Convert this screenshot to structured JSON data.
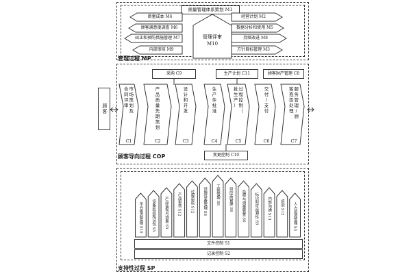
{
  "management": {
    "label": "管理过程 MP",
    "m1": "质量管理体系策划 M1",
    "left_boxes": [
      "质量成本 M4",
      "顾客满意度调查 M6",
      "纠正和预防措施管理 M7",
      "内部审核 M9"
    ],
    "right_boxes": [
      "经营计划 M2",
      "数据分析和使用 M5",
      "持续改进 M8",
      "方针目标管理 M3"
    ],
    "center_line1": "管理评审",
    "center_line2": "M10"
  },
  "customer_process": {
    "label": "顾客导向过程 COP",
    "customer": "顾客",
    "top_boxes": [
      "采购 C9",
      "生产计划 C11",
      "顾客财产管理 C8"
    ],
    "chevrons": [
      {
        "chars": [
          "市",
          "场",
          "策",
          "划",
          "及",
          "合",
          "同",
          "评",
          "审"
        ],
        "code": "C1"
      },
      {
        "chars": [
          "产",
          "品",
          "质",
          "量",
          "先",
          "期",
          "策",
          "划"
        ],
        "code": "C2"
      },
      {
        "chars": [
          "设",
          "计",
          "和",
          "开",
          "发"
        ],
        "code": "C3"
      },
      {
        "chars": [
          "生",
          "产",
          "件",
          "批",
          "准"
        ],
        "code": "C4"
      },
      {
        "chars": [
          "过",
          "程",
          "控",
          "制",
          "（",
          "批",
          "生",
          "产",
          "）"
        ],
        "code": "C5"
      },
      {
        "chars": [
          "交",
          "付",
          "/",
          "支",
          "付"
        ],
        "code": "C6"
      },
      {
        "chars": [
          "服",
          "务",
          "管",
          "理",
          "/",
          "顾",
          "客",
          "抱",
          "怨",
          "处",
          "理"
        ],
        "code": "C7"
      }
    ],
    "change_control": "变更控制 C10"
  },
  "support": {
    "label": "支持性过程 SP",
    "pentagons": [
      "不合格品管理 S10",
      "设备检验和试验 S5",
      "产品监视与测量 S5",
      "产品审核 S12",
      "过程审核 S12",
      "设施设备管理 S8",
      "工装管理 S8",
      "供应商管理 S6",
      "监视与测量装置 S6",
      "标识和可追溯性 S9",
      "内部沟通 S13",
      "培训 S12",
      "人力资源管理 S3"
    ],
    "doc_control": "文件控制 S1",
    "record_control": "记录控制 S2"
  }
}
